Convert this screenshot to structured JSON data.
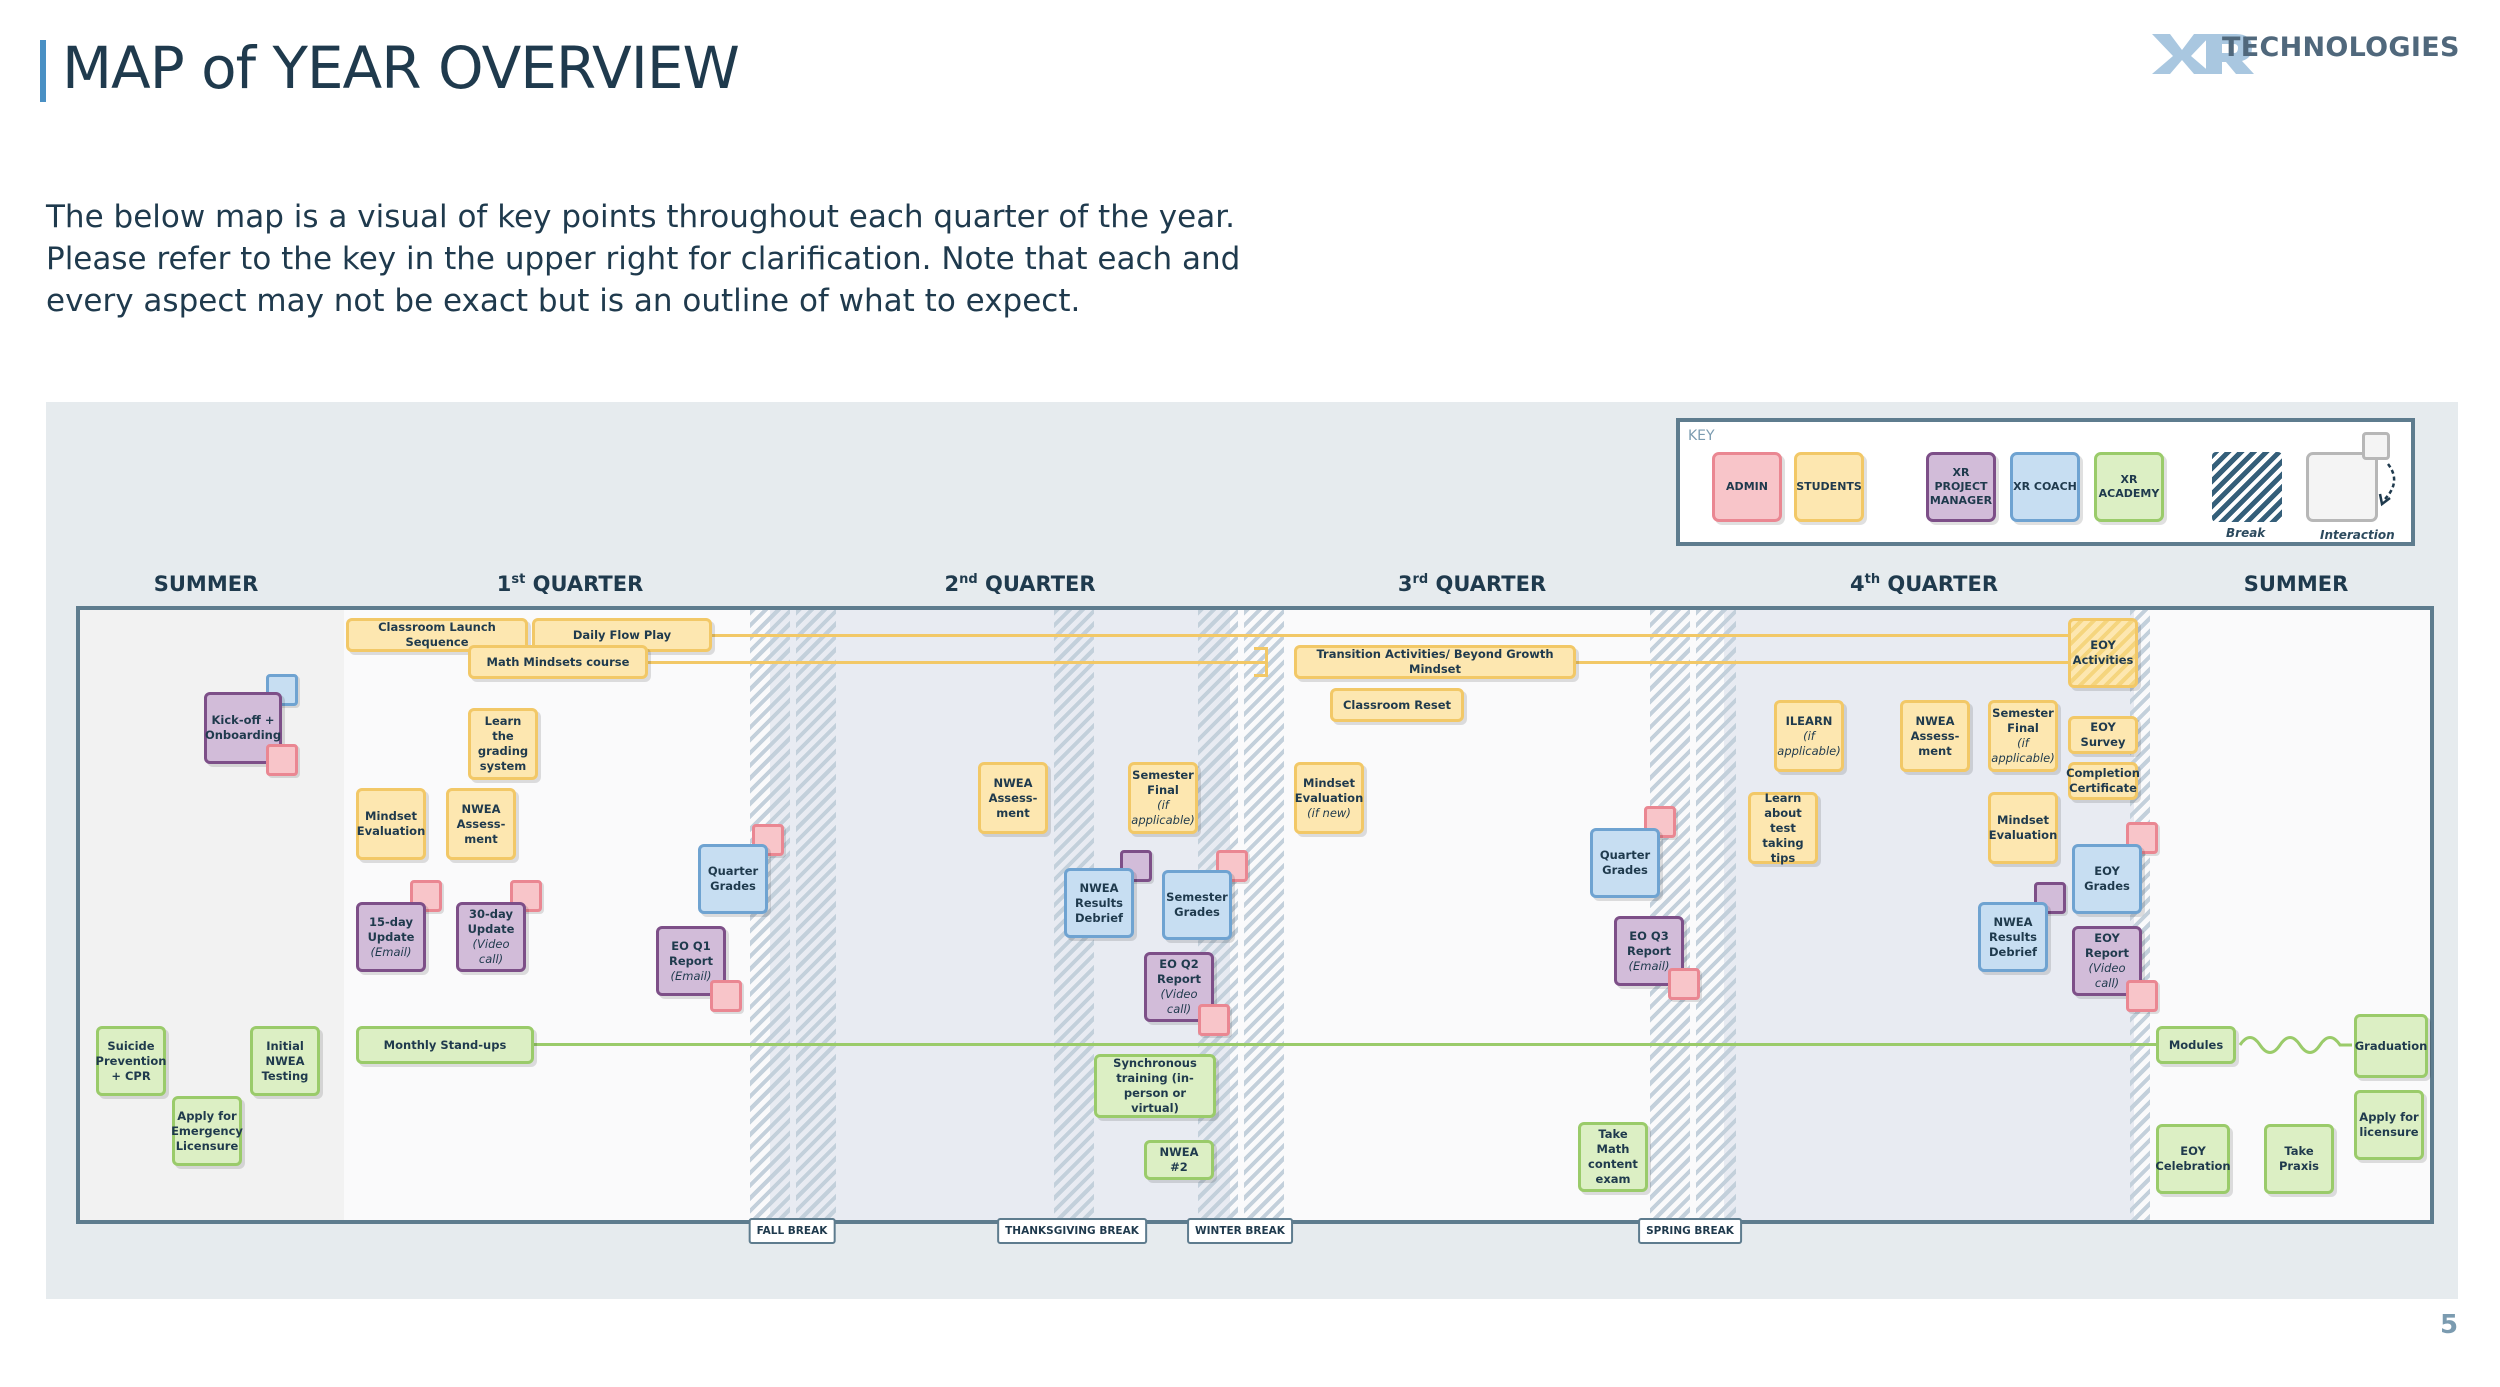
{
  "header": {
    "title": "MAP of YEAR OVERVIEW",
    "logo_text": "TECHNOLOGIES",
    "page_number": "5"
  },
  "intro": {
    "text": "The below map is a visual of key points throughout each quarter of the year. Please refer to the key in the upper right for clarification. Note that each and every aspect may not be exact but is an outline of what to expect."
  },
  "key": {
    "title": "KEY",
    "admin": "ADMIN",
    "students": "STUDENTS",
    "pm": "XR PROJECT MANAGER",
    "coach": "XR COACH",
    "academy": "XR ACADEMY",
    "break_label": "Break",
    "interaction_label": "Interaction"
  },
  "columns": {
    "summer1": "SUMMER",
    "q1": "QUARTER",
    "q2": "QUARTER",
    "q3": "QUARTER",
    "q4": "QUARTER",
    "summer2": "SUMMER",
    "q1_num": "1",
    "q1_sup": "st",
    "q2_num": "2",
    "q2_sup": "nd",
    "q3_num": "3",
    "q3_sup": "rd",
    "q4_num": "4",
    "q4_sup": "th"
  },
  "breaks": {
    "fall": "FALL BREAK",
    "thanksgiving": "THANKSGIVING BREAK",
    "winter": "WINTER BREAK",
    "spring": "SPRING BREAK"
  },
  "colors": {
    "admin": "#f8c5c9",
    "students": "#fde7b0",
    "pm": "#d2bcd9",
    "coach": "#c7def2",
    "academy": "#dcefc4",
    "frame": "#5e7c8e"
  },
  "cards": {
    "kickoff": "Kick-off + Onboarding",
    "classroom_launch": "Classroom Launch Sequence",
    "daily_flow": "Daily Flow Play",
    "math_mindsets": "Math Mindsets course",
    "learn_grading": "Learn the grading system",
    "mindset_eval_1": "Mindset Evaluation",
    "nwea_1": "NWEA Assess-ment",
    "update_15": "15-day Update",
    "update_15_note": "(Email)",
    "update_30": "30-day Update",
    "update_30_note": "(Video call)",
    "quarter_grades_1": "Quarter Grades",
    "eo_q1": "EO Q1 Report",
    "eo_q1_note": "(Email)",
    "nwea_2": "NWEA Assess-ment",
    "semester_final_1": "Semester Final",
    "semester_final_1_note": "(if applicable)",
    "nwea_debrief_1": "NWEA Results Debrief",
    "semester_grades": "Semester Grades",
    "eo_q2": "EO Q2 Report",
    "eo_q2_note": "(Video call)",
    "transition": "Transition Activities/ Beyond Growth Mindset",
    "classroom_reset": "Classroom Reset",
    "mindset_eval_2": "Mindset Evaluation",
    "mindset_eval_2_note": "(if new)",
    "quarter_grades_3": "Quarter Grades",
    "eo_q3": "EO Q3 Report",
    "eo_q3_note": "(Email)",
    "ilearn": "ILEARN",
    "ilearn_note": "(if applicable)",
    "learn_test": "Learn about test taking tips",
    "nwea_3": "NWEA Assess-ment",
    "semester_final_2": "Semester Final",
    "semester_final_2_note": "(if applicable)",
    "mindset_eval_3": "Mindset Evaluation",
    "nwea_debrief_2": "NWEA Results Debrief",
    "eoy_activities": "EOY Activities",
    "eoy_survey": "EOY Survey",
    "completion_cert": "Completion Certificate",
    "eoy_grades": "EOY Grades",
    "eoy_report": "EOY Report",
    "eoy_report_note": "(Video call)",
    "suicide_prev": "Suicide Prevention + CPR",
    "initial_nwea": "Initial NWEA Testing",
    "apply_emergency": "Apply for Emergency Licensure",
    "monthly_standups": "Monthly Stand-ups",
    "synchronous": "Synchronous training (in-person or virtual)",
    "nwea_hash2": "NWEA #2",
    "take_math": "Take Math content exam",
    "modules": "Modules",
    "graduation": "Graduation",
    "eoy_celebration": "EOY Celebration",
    "take_praxis": "Take Praxis",
    "apply_licensure": "Apply for licensure"
  }
}
